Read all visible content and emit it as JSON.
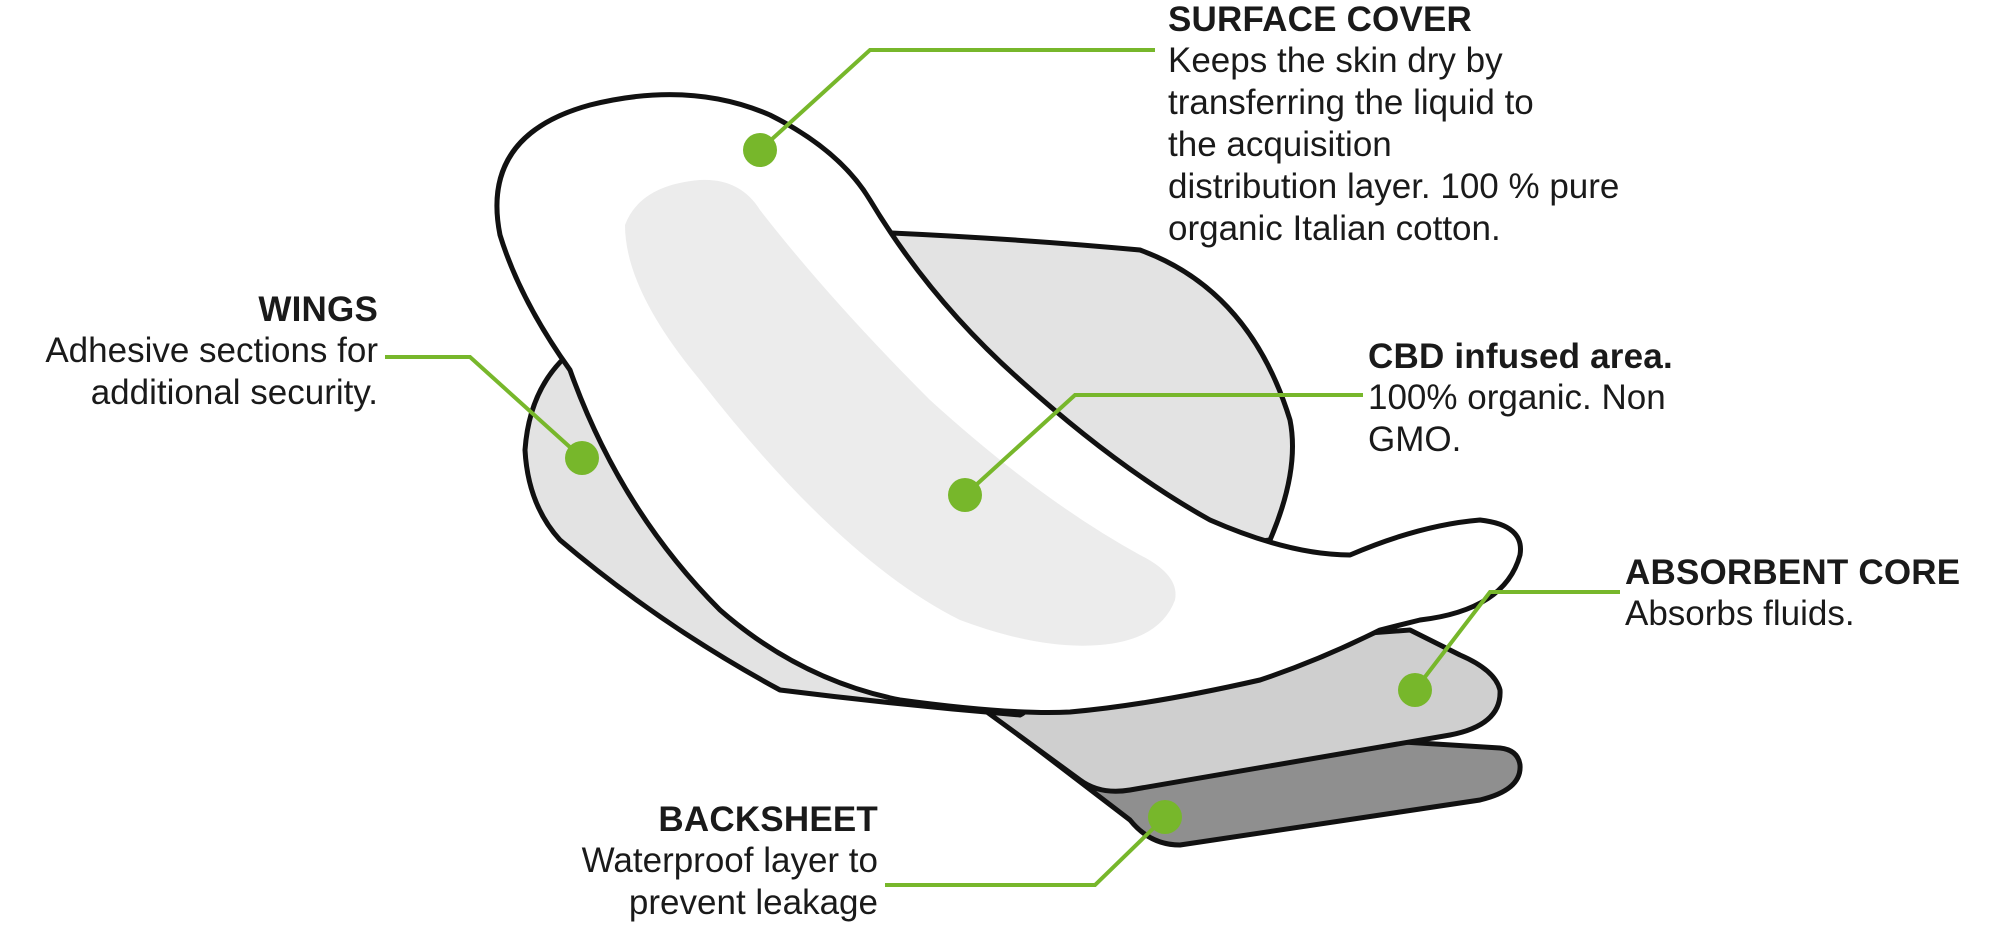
{
  "colors": {
    "accent": "#77b72b",
    "outline": "#111111",
    "top_sheet": "#ffffff",
    "wings_fill": "#e3e3e3",
    "infused_area": "#ececec",
    "absorbent_core": "#cfcfcf",
    "backsheet": "#8f8f8f"
  },
  "callouts": {
    "surface_cover": {
      "title": "SURFACE COVER",
      "lines": [
        "Keeps the skin dry by",
        "transferring the liquid to",
        "the acquisition",
        "distribution layer. 100 % pure",
        "organic Italian cotton."
      ]
    },
    "wings": {
      "title": "WINGS",
      "lines": [
        "Adhesive sections for",
        "additional security."
      ]
    },
    "cbd_area": {
      "title": "CBD infused area.",
      "lines": [
        "100% organic. Non",
        "GMO."
      ]
    },
    "absorbent_core": {
      "title": "ABSORBENT CORE",
      "lines": [
        "Absorbs fluids."
      ]
    },
    "backsheet": {
      "title": "BACKSHEET",
      "lines": [
        "Waterproof layer to",
        "prevent leakage"
      ]
    }
  }
}
